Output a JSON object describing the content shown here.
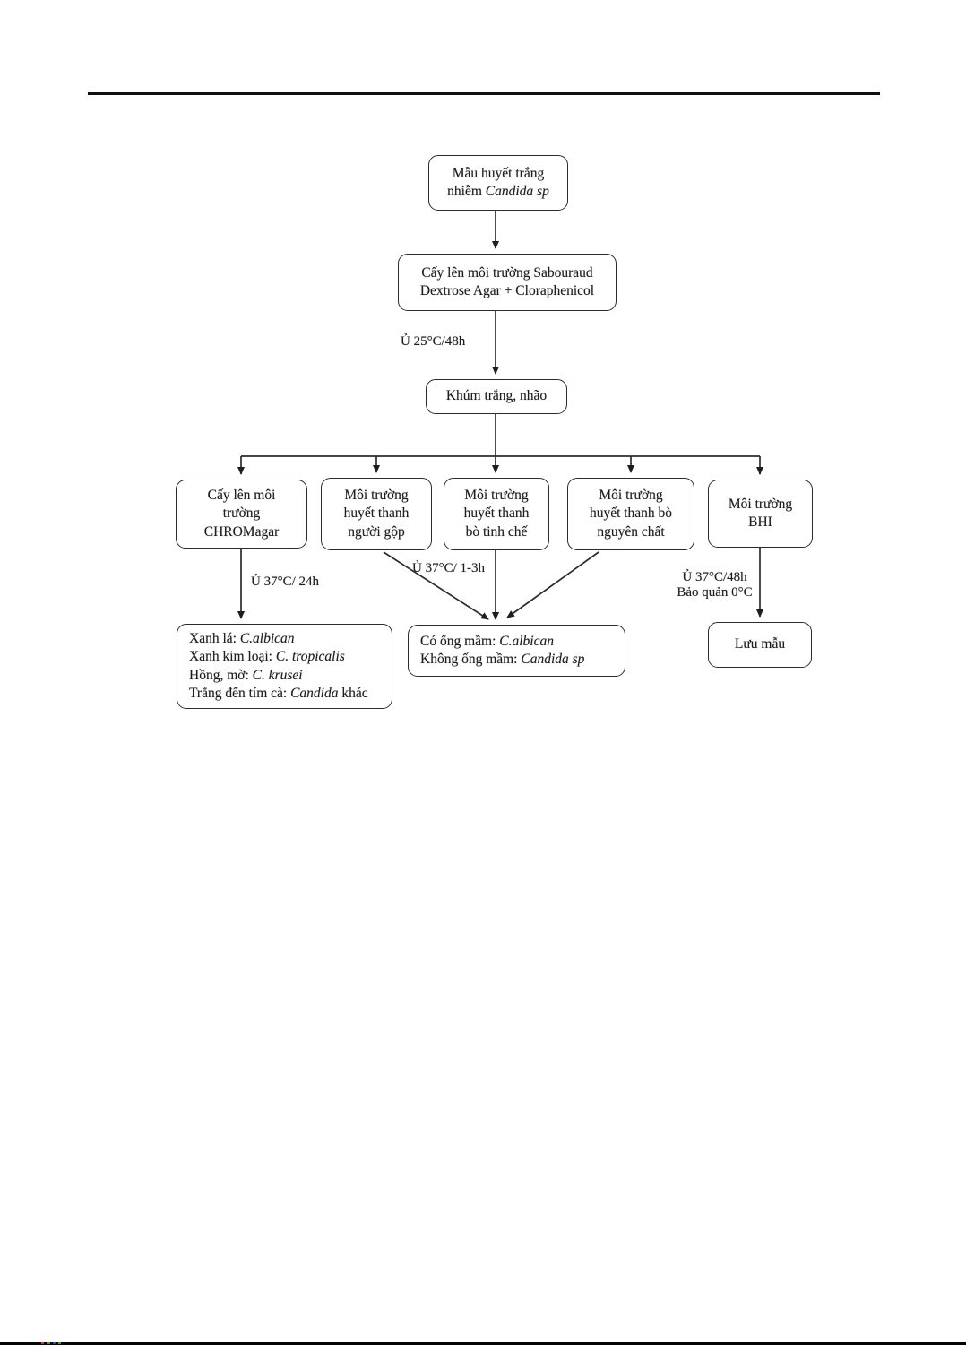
{
  "document": {
    "top_rule_color": "#111111",
    "bottom_edge_color": "#050505",
    "bottom_edge_specks": [
      {
        "x": 46,
        "color": "#c03a3a"
      },
      {
        "x": 53,
        "color": "#3a9a3a"
      },
      {
        "x": 59,
        "color": "#3a3ac0"
      },
      {
        "x": 65,
        "color": "#3a9a3a"
      }
    ]
  },
  "flowchart": {
    "nodes": {
      "sample": {
        "lines": [
          [
            {
              "t": "Mẫu huyết trắng"
            }
          ],
          [
            {
              "t": "nhiễm "
            },
            {
              "t": "Candida sp",
              "i": true
            }
          ]
        ]
      },
      "sabouraud": {
        "lines": [
          [
            {
              "t": "Cấy lên môi trường Sabouraud"
            }
          ],
          [
            {
              "t": "Dextrose Agar + Cloraphenicol"
            }
          ]
        ]
      },
      "colony": {
        "lines": [
          [
            {
              "t": "Khúm trắng, nhão"
            }
          ]
        ]
      },
      "chromagar": {
        "lines": [
          [
            {
              "t": "Cấy lên môi"
            }
          ],
          [
            {
              "t": "trường"
            }
          ],
          [
            {
              "t": "CHROMagar"
            }
          ]
        ]
      },
      "pooled_human_serum": {
        "lines": [
          [
            {
              "t": "Môi trường"
            }
          ],
          [
            {
              "t": "huyết thanh"
            }
          ],
          [
            {
              "t": "người gộp"
            }
          ]
        ]
      },
      "refined_bovine_serum": {
        "lines": [
          [
            {
              "t": "Môi trường"
            }
          ],
          [
            {
              "t": "huyết thanh"
            }
          ],
          [
            {
              "t": "bò tinh chế"
            }
          ]
        ]
      },
      "pure_bovine_serum": {
        "lines": [
          [
            {
              "t": "Môi trường"
            }
          ],
          [
            {
              "t": "huyết thanh bò"
            }
          ],
          [
            {
              "t": "nguyên chất"
            }
          ]
        ]
      },
      "bhi": {
        "lines": [
          [
            {
              "t": "Môi trường"
            }
          ],
          [
            {
              "t": "BHI"
            }
          ]
        ]
      },
      "chrom_results": {
        "lines": [
          [
            {
              "t": "Xanh lá: "
            },
            {
              "t": "C.albican",
              "i": true
            }
          ],
          [
            {
              "t": "Xanh kim loại: "
            },
            {
              "t": "C. tropicalis",
              "i": true
            }
          ],
          [
            {
              "t": "Hồng, mờ: "
            },
            {
              "t": "C. krusei",
              "i": true
            }
          ],
          [
            {
              "t": "Trắng đến tím cà: "
            },
            {
              "t": "Candida",
              "i": true
            },
            {
              "t": " khác"
            }
          ]
        ]
      },
      "germ_tube_results": {
        "lines": [
          [
            {
              "t": "Có ống mầm: "
            },
            {
              "t": "C.albican",
              "i": true
            }
          ],
          [
            {
              "t": "Không ống mầm: "
            },
            {
              "t": "Candida sp",
              "i": true
            }
          ]
        ]
      },
      "store_sample": {
        "lines": [
          [
            {
              "t": "Lưu mẫu"
            }
          ]
        ]
      }
    },
    "edge_labels": {
      "incubate_25c_48h": "Ủ 25°C/48h",
      "incubate_37c_24h": "Ủ 37°C/ 24h",
      "incubate_37c_1_3h": "Ủ 37°C/ 1-3h",
      "incubate_37c_48h": "Ủ 37°C/48h",
      "store_0c": "Bảo quản 0°C"
    },
    "line_color": "#2b2b2b"
  }
}
